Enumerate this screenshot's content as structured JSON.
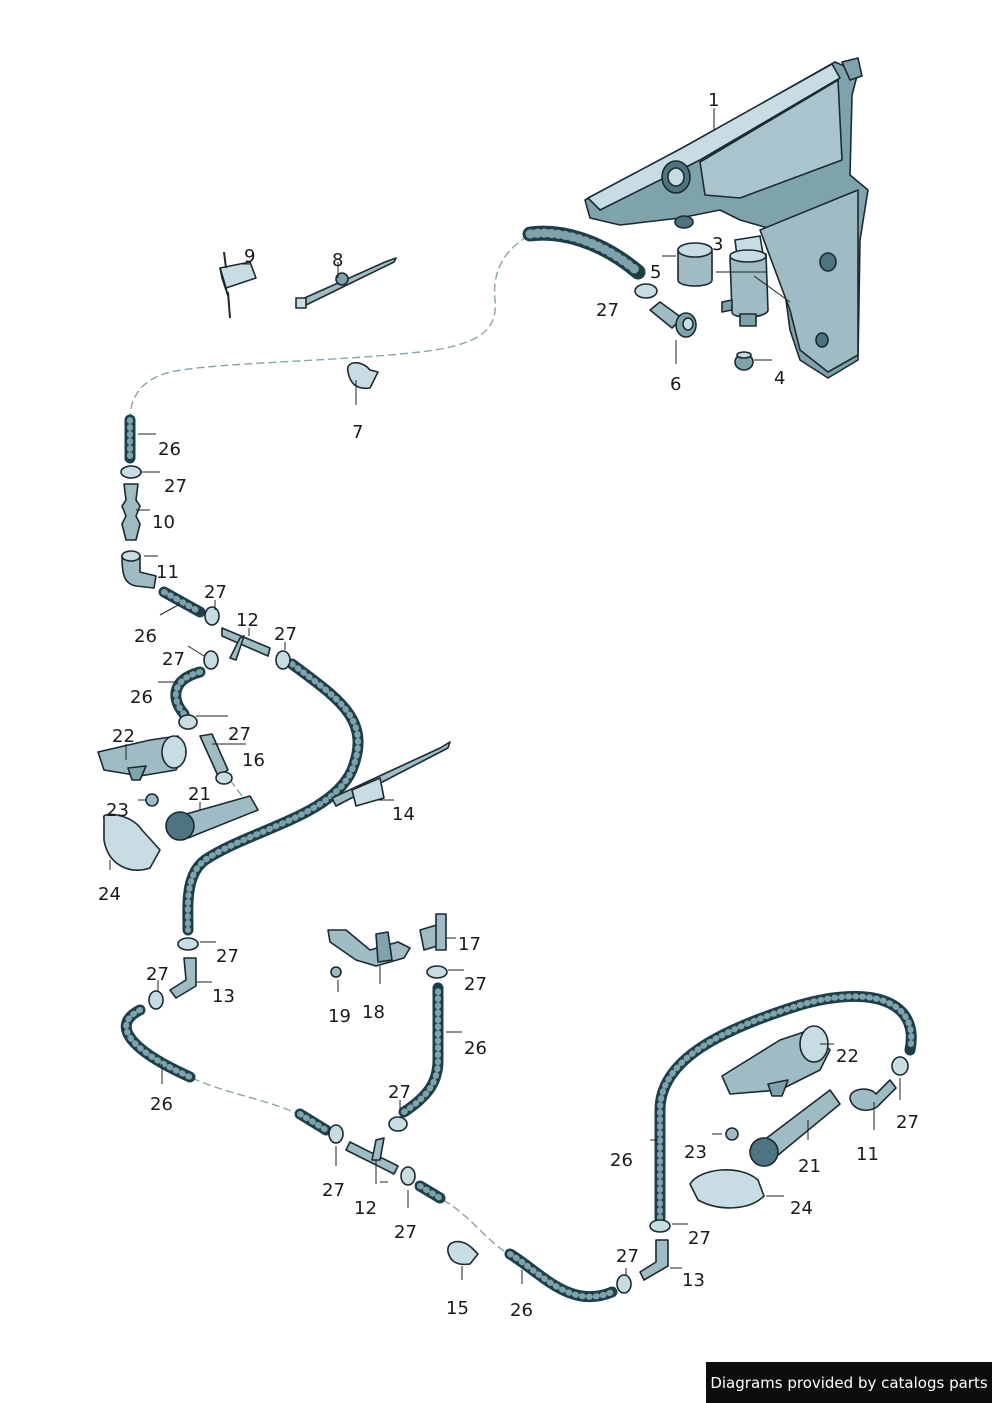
{
  "credit": "Diagrams provided by catalogs parts",
  "colors": {
    "part_fill": "#7fa3ad",
    "part_light": "#c8dde3",
    "hose_fill": "#3c6874",
    "tube": "#8aa3ad"
  },
  "labels": {
    "p1": "1",
    "p3": "3",
    "p4": "4",
    "p5": "5",
    "p6": "6",
    "p7": "7",
    "p8": "8",
    "p9": "9",
    "p10": "10",
    "p11": "11",
    "p11b": "11",
    "p12": "12",
    "p12b": "12",
    "p13": "13",
    "p13b": "13",
    "p14": "14",
    "p15": "15",
    "p16": "16",
    "p17": "17",
    "p18": "18",
    "p19": "19",
    "p21": "21",
    "p21b": "21",
    "p22": "22",
    "p22b": "22",
    "p23": "23",
    "p23b": "23",
    "p24": "24",
    "p24b": "24",
    "p26a": "26",
    "p26b": "26",
    "p26c": "26",
    "p26d": "26",
    "p26e": "26",
    "p26f": "26",
    "p26g": "26",
    "p27a": "27",
    "p27b": "27",
    "p27c": "27",
    "p27d": "27",
    "p27e": "27",
    "p27f": "27",
    "p27g": "27",
    "p27h": "27",
    "p27i": "27",
    "p27j": "27",
    "p27k": "27",
    "p27l": "27",
    "p27m": "27",
    "p27n": "27",
    "p27o": "27"
  }
}
